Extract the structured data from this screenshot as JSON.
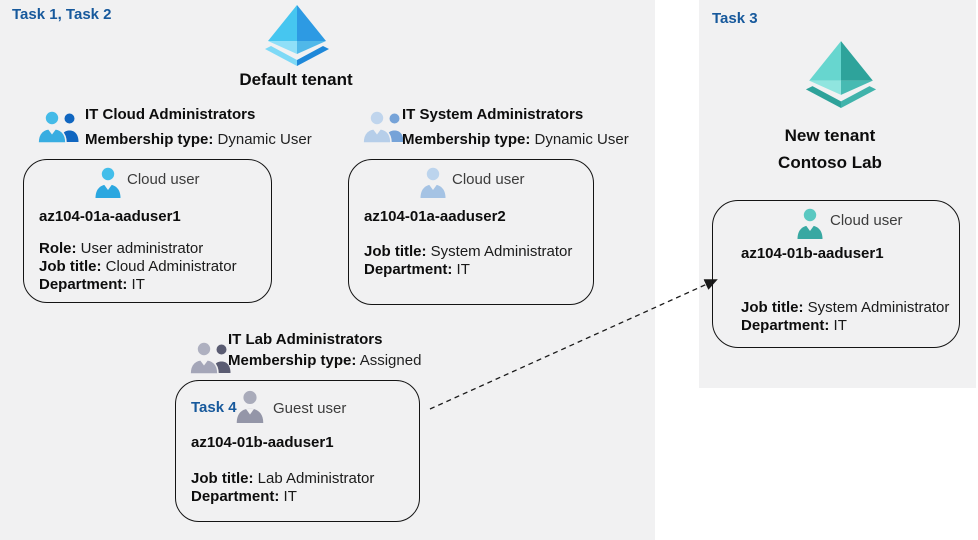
{
  "colors": {
    "task_blue": "#17599C",
    "canvas_gray": "#F1F1F2",
    "arrow": "#2b2b2b"
  },
  "labels": {
    "task12": "Task 1, Task 2",
    "task3": "Task 3",
    "default_tenant": "Default tenant",
    "new_tenant_line1": "New tenant",
    "new_tenant_line2": "Contoso Lab"
  },
  "groups": [
    {
      "name": "IT Cloud Administrators",
      "membership_label": "Membership type:",
      "membership_value": "Dynamic User",
      "card": {
        "user_type": "Cloud user",
        "user_name": "az104-01a-aaduser1",
        "attrs": [
          {
            "label": "Role:",
            "value": "User administrator"
          },
          {
            "label": "Job title:",
            "value": "Cloud Administrator"
          },
          {
            "label": "Department:",
            "value": "IT"
          }
        ]
      }
    },
    {
      "name": "IT System Administrators",
      "membership_label": "Membership type:",
      "membership_value": "Dynamic User",
      "card": {
        "user_type": "Cloud user",
        "user_name": "az104-01a-aaduser2",
        "attrs": [
          {
            "label": "Job title:",
            "value": "System Administrator"
          },
          {
            "label": "Department:",
            "value": "IT"
          }
        ]
      }
    },
    {
      "name": "IT Lab Administrators",
      "membership_label": "Membership type:",
      "membership_value": "Assigned",
      "card": {
        "task_tag": "Task 4",
        "user_type": "Guest user",
        "user_name": "az104-01b-aaduser1",
        "attrs": [
          {
            "label": "Job title:",
            "value": "Lab Administrator"
          },
          {
            "label": "Department:",
            "value": "IT"
          }
        ]
      }
    }
  ],
  "new_tenant_card": {
    "user_type": "Cloud user",
    "user_name": "az104-01b-aaduser1",
    "attrs": [
      {
        "label": "Job title:",
        "value": "System Administrator"
      },
      {
        "label": "Department:",
        "value": "IT"
      }
    ]
  }
}
